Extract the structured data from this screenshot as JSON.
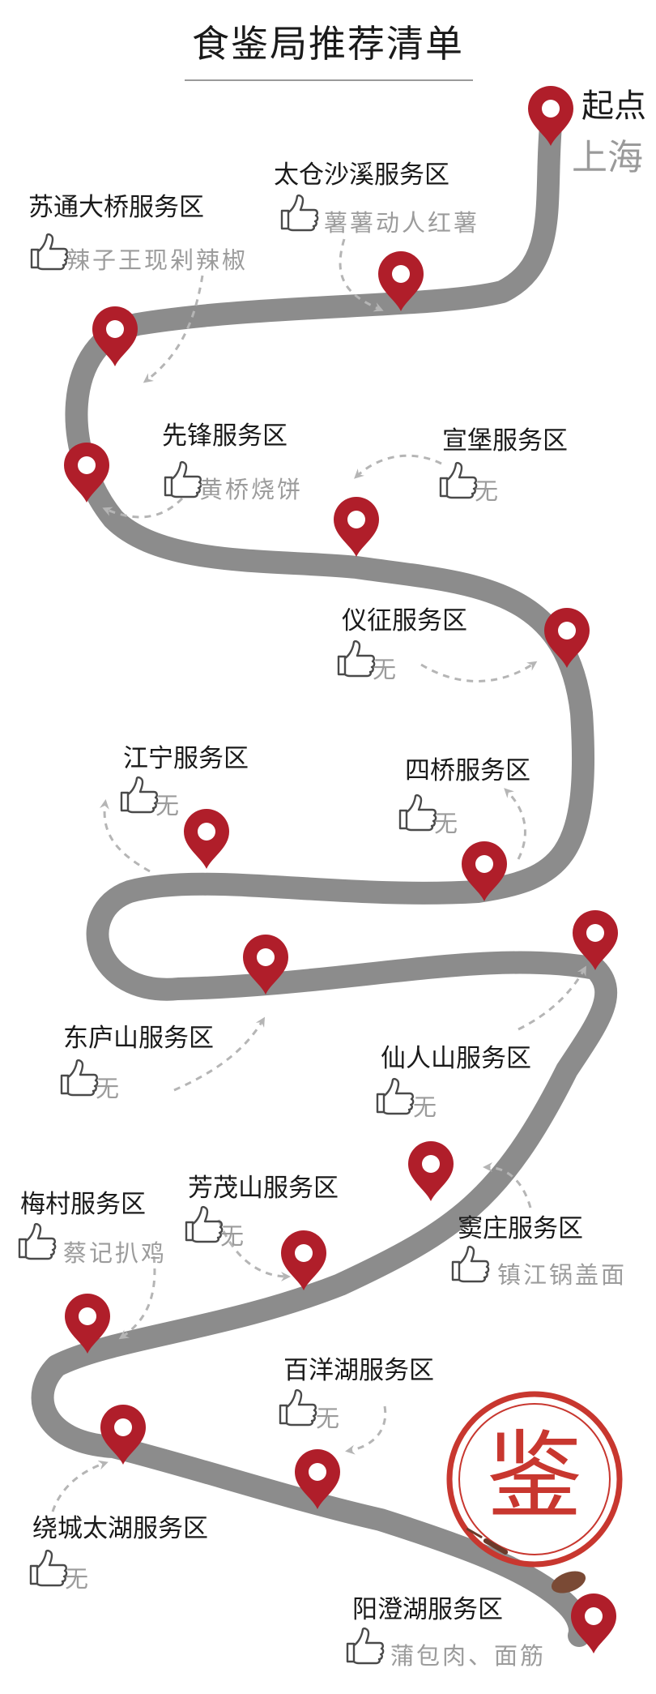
{
  "title": "食鉴局推荐清单",
  "start": {
    "label": "起点",
    "city": "上海"
  },
  "stamp": {
    "text": "鉴"
  },
  "colors": {
    "road": "#8c8c8c",
    "pin": "#b01e2a",
    "stamp": "#c8372f",
    "arrow": "#b5b5b5",
    "food": "#9c9c9c"
  },
  "stops": [
    {
      "name": "太仓沙溪服务区",
      "food": "薯薯动人红薯"
    },
    {
      "name": "苏通大桥服务区",
      "food": "辣子王现剁辣椒"
    },
    {
      "name": "先锋服务区",
      "food": "黄桥烧饼"
    },
    {
      "name": "宣堡服务区",
      "food": "无"
    },
    {
      "name": "仪征服务区",
      "food": "无"
    },
    {
      "name": "江宁服务区",
      "food": "无"
    },
    {
      "name": "四桥服务区",
      "food": "无"
    },
    {
      "name": "东庐山服务区",
      "food": "无"
    },
    {
      "name": "仙人山服务区",
      "food": "无"
    },
    {
      "name": "梅村服务区",
      "food": "蔡记扒鸡"
    },
    {
      "name": "芳茂山服务区",
      "food": "无"
    },
    {
      "name": "窦庄服务区",
      "food": "镇江锅盖面"
    },
    {
      "name": "百洋湖服务区",
      "food": "无"
    },
    {
      "name": "绕城太湖服务区",
      "food": "无"
    },
    {
      "name": "阳澄湖服务区",
      "food": "蒲包肉、面筋"
    }
  ]
}
